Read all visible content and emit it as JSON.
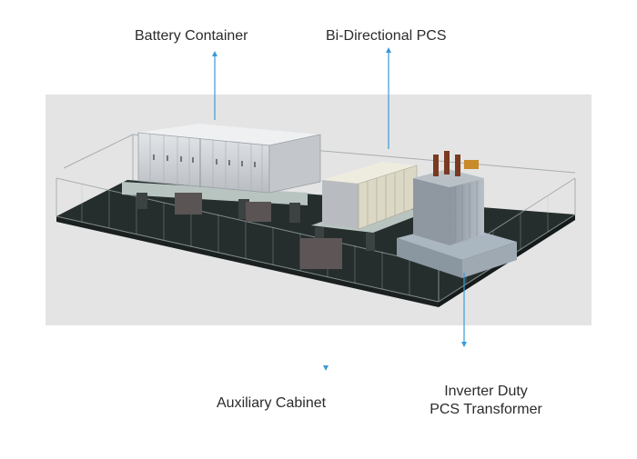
{
  "labels": {
    "battery_container": "Battery Container",
    "bidirectional_pcs": "Bi-Directional  PCS",
    "auxiliary_cabinet": "Auxiliary Cabinet",
    "transformer_line1": "Inverter Duty",
    "transformer_line2": "PCS Transformer"
  },
  "colors": {
    "callout": "#3a9ad9",
    "backdrop": "#e3e3e3",
    "floor": "#262f2e",
    "container": "#d6d9dd",
    "pcs": "#dcd8c8",
    "transformer": "#9fa8b1"
  }
}
